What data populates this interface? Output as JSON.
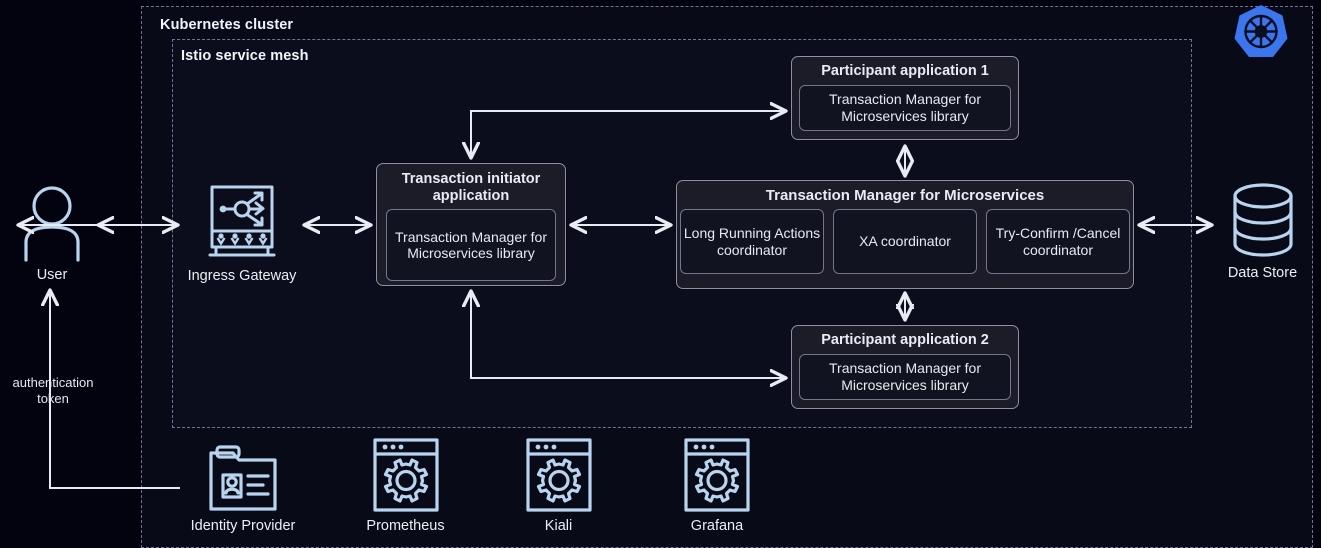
{
  "diagram": {
    "title": "Kubernetes cluster",
    "regions": {
      "cluster_label": "Kubernetes cluster",
      "mesh_label": "Istio service mesh"
    },
    "colors": {
      "background": "#03030f",
      "cluster_bg": "#080a18",
      "mesh_bg": "#0b0d1c",
      "card_bg": "#1b1c28",
      "inner_bg": "#121320",
      "border": "#8e90a6",
      "dashed_border": "#6f7490",
      "arrow": "#e9ebf4",
      "icon": "#b9d4ef",
      "k8s_blue": "#326ce5",
      "text": "#eef0f6"
    },
    "cards": {
      "initiator": {
        "title": "Transaction initiator application",
        "inner": "Transaction Manager for Microservices library"
      },
      "participant1": {
        "title": "Participant application 1",
        "inner": "Transaction Manager for Microservices library"
      },
      "participant2": {
        "title": "Participant application 2",
        "inner": "Transaction Manager for Microservices library"
      },
      "transaction_manager": {
        "title": "Transaction Manager for Microservices",
        "coordinators": [
          "Long Running Actions coordinator",
          "XA coordinator",
          "Try-Confirm /Cancel coordinator"
        ]
      }
    },
    "nodes": {
      "user": {
        "label": "User",
        "icon": "user-icon"
      },
      "ingress": {
        "label": "Ingress Gateway",
        "icon": "gateway-icon"
      },
      "datastore": {
        "label": "Data Store",
        "icon": "database-icon"
      },
      "identity_provider": {
        "label": "Identity Provider",
        "icon": "id-card-icon"
      },
      "prometheus": {
        "label": "Prometheus",
        "icon": "gear-window-icon"
      },
      "kiali": {
        "label": "Kiali",
        "icon": "gear-window-icon"
      },
      "grafana": {
        "label": "Grafana",
        "icon": "gear-window-icon"
      },
      "kubernetes_logo": {
        "label": "kubernetes-logo-icon"
      }
    },
    "annotations": {
      "auth_token": "authentication token"
    }
  }
}
